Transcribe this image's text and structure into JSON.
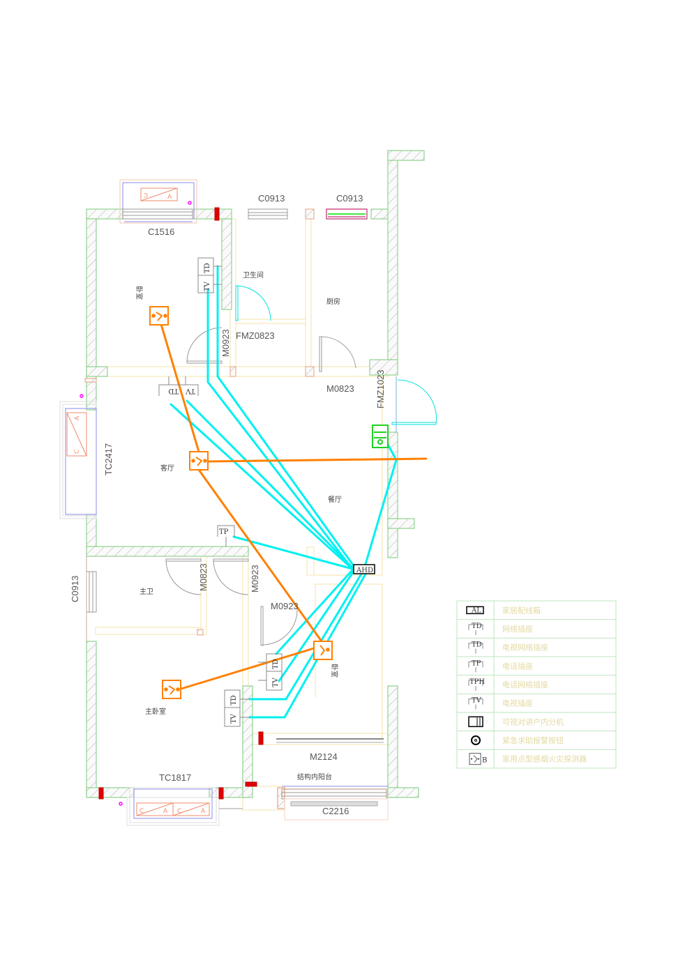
{
  "drawing": {
    "rooms": {
      "bedroom_north": "卧室",
      "bathroom": "卫生间",
      "kitchen": "厨房",
      "living": "客厅",
      "dining": "餐厅",
      "master_bath": "主卫",
      "bedroom_south": "卧室",
      "master_bedroom": "主卧室",
      "balcony": "结构内阳台"
    },
    "openings": {
      "c1516": "C1516",
      "c0913_top": "C0913",
      "c0913_kitchen": "C0913",
      "m0923_north": "M0923",
      "fmz0823": "FMZ0823",
      "m0823_kitchen": "M0823",
      "fmz1023": "FMZ1023",
      "tc2417": "TC2417",
      "c0913_west": "C0913",
      "m0823_bath": "M0823",
      "m0923_mid": "M0923",
      "m0923_south": "M0923",
      "m2124": "M2124",
      "tc1817": "TC1817",
      "c2216": "C2216"
    },
    "devices": {
      "ahd": "AHD",
      "tp": "TP",
      "tv": "TV",
      "td": "TD"
    },
    "window_marks": {
      "c": "C",
      "a": "A"
    },
    "colors": {
      "wall": "#8fd18f",
      "cable_data": "#00f0f0",
      "cable_smoke": "#ff8000",
      "intercom": "#1fd11f",
      "door_marker": "#e00000",
      "window_frame": "#7777ee"
    }
  },
  "legend": {
    "rows": [
      {
        "symbol": "AL",
        "icon": "distribution-box-icon",
        "label": "家居配线箱"
      },
      {
        "symbol": "TD",
        "icon": "network-socket-icon",
        "label": "网络插座"
      },
      {
        "symbol": "TD",
        "icon": "tv-network-socket-icon",
        "label": "电视网络插座"
      },
      {
        "symbol": "TP",
        "icon": "phone-socket-icon",
        "label": "电话插座"
      },
      {
        "symbol": "TPH",
        "icon": "phone-network-socket-icon",
        "label": "电话网络插座"
      },
      {
        "symbol": "TV",
        "icon": "tv-socket-icon",
        "label": "电视插座"
      },
      {
        "symbol": "",
        "icon": "video-intercom-icon",
        "label": "可视对讲户内分机"
      },
      {
        "symbol": "",
        "icon": "emergency-button-icon",
        "label": "紧急求助报警按钮"
      },
      {
        "symbol": "B",
        "icon": "smoke-detector-icon",
        "label": "家用点型感烟火灾探测器"
      }
    ]
  }
}
